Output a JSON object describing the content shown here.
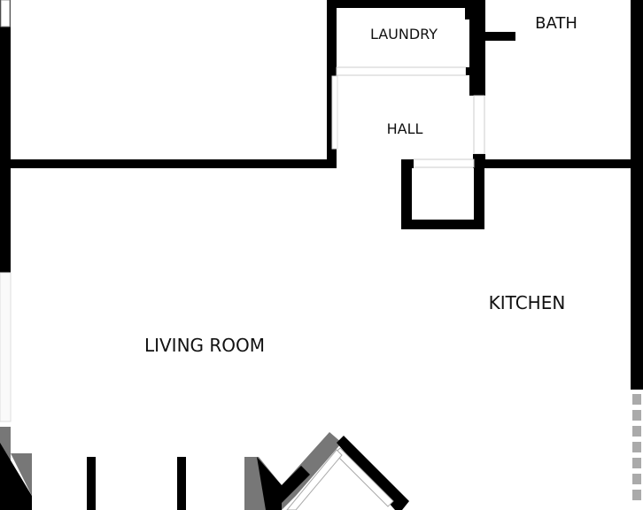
{
  "rooms": {
    "laundry": "LAUNDRY",
    "bath": "BATH",
    "hall": "HALL",
    "kitchen": "KITCHEN",
    "living_room": "LIVING ROOM"
  },
  "colors": {
    "wall": "#000000",
    "floor": "#ffffff",
    "fixture": "#777777",
    "window": "#f2f2f2"
  }
}
